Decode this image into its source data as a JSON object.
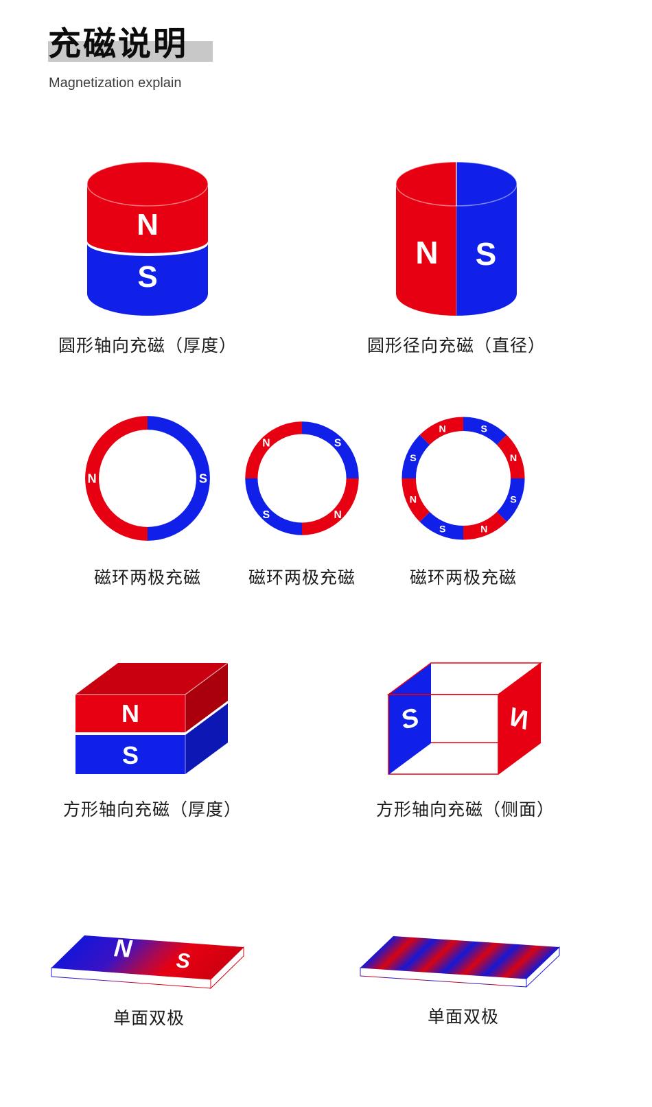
{
  "header": {
    "title": "充磁说明",
    "subtitle": "Magnetization explain"
  },
  "pole_labels": {
    "n": "N",
    "s": "S"
  },
  "colors": {
    "red": "#e60012",
    "blue": "#1020e8",
    "dark_red": "#aa000c",
    "dark_blue": "#0d18b4",
    "title_bar_gray": "#c8c8c8"
  },
  "figures": {
    "cylinder_axial": {
      "caption": "圆形轴向充磁（厚度）"
    },
    "cylinder_radial": {
      "caption": "圆形径向充磁（直径）"
    },
    "ring_two_pole": {
      "caption": "磁环两极充磁"
    },
    "ring_four_pole": {
      "caption": "磁环两极充磁"
    },
    "ring_multi_pole": {
      "caption": "磁环两极充磁"
    },
    "block_axial": {
      "caption": "方形轴向充磁（厚度）"
    },
    "block_side": {
      "caption": "方形轴向充磁（侧面）"
    },
    "plate_two_pole": {
      "caption": "单面双极"
    },
    "plate_multi_pole": {
      "caption": "单面双极"
    }
  }
}
